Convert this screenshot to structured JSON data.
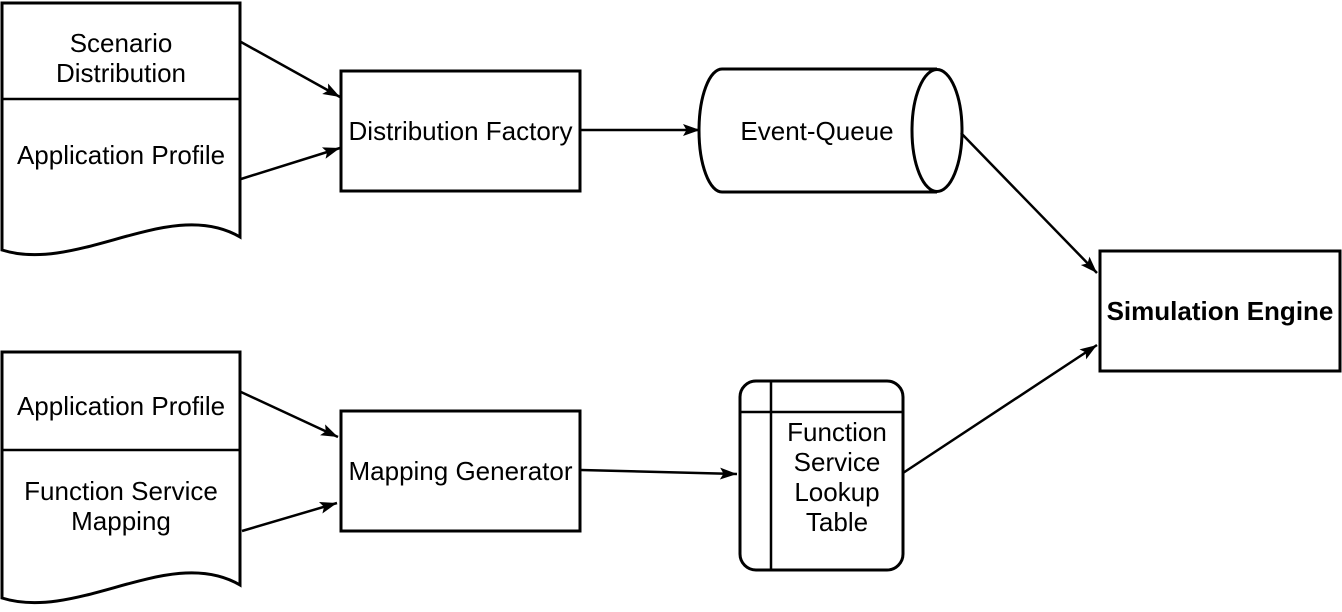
{
  "colors": {
    "background": "#ffffff",
    "stroke": "#000000",
    "text": "#000000"
  },
  "nodes": {
    "scenario_distribution": {
      "label": "Scenario Distribution",
      "shape": "document-section"
    },
    "application_profile_top": {
      "label": "Application Profile",
      "shape": "document"
    },
    "distribution_factory": {
      "label": "Distribution Factory",
      "shape": "rectangle"
    },
    "event_queue": {
      "label": "Event-Queue",
      "shape": "horizontal-cylinder"
    },
    "simulation_engine": {
      "label": "Simulation Engine",
      "shape": "rectangle-bold"
    },
    "application_profile_bottom": {
      "label": "Application Profile",
      "shape": "document-section"
    },
    "function_service_mapping": {
      "label": "Function Service Mapping",
      "shape": "document"
    },
    "mapping_generator": {
      "label": "Mapping Generator",
      "shape": "rectangle"
    },
    "function_service_lookup_table": {
      "label": "Function Service Lookup Table",
      "shape": "table"
    }
  },
  "edges": [
    {
      "from": "scenario_distribution",
      "to": "distribution_factory"
    },
    {
      "from": "application_profile_top",
      "to": "distribution_factory"
    },
    {
      "from": "distribution_factory",
      "to": "event_queue"
    },
    {
      "from": "event_queue",
      "to": "simulation_engine"
    },
    {
      "from": "application_profile_bottom",
      "to": "mapping_generator"
    },
    {
      "from": "function_service_mapping",
      "to": "mapping_generator"
    },
    {
      "from": "mapping_generator",
      "to": "function_service_lookup_table"
    },
    {
      "from": "function_service_lookup_table",
      "to": "simulation_engine"
    }
  ]
}
